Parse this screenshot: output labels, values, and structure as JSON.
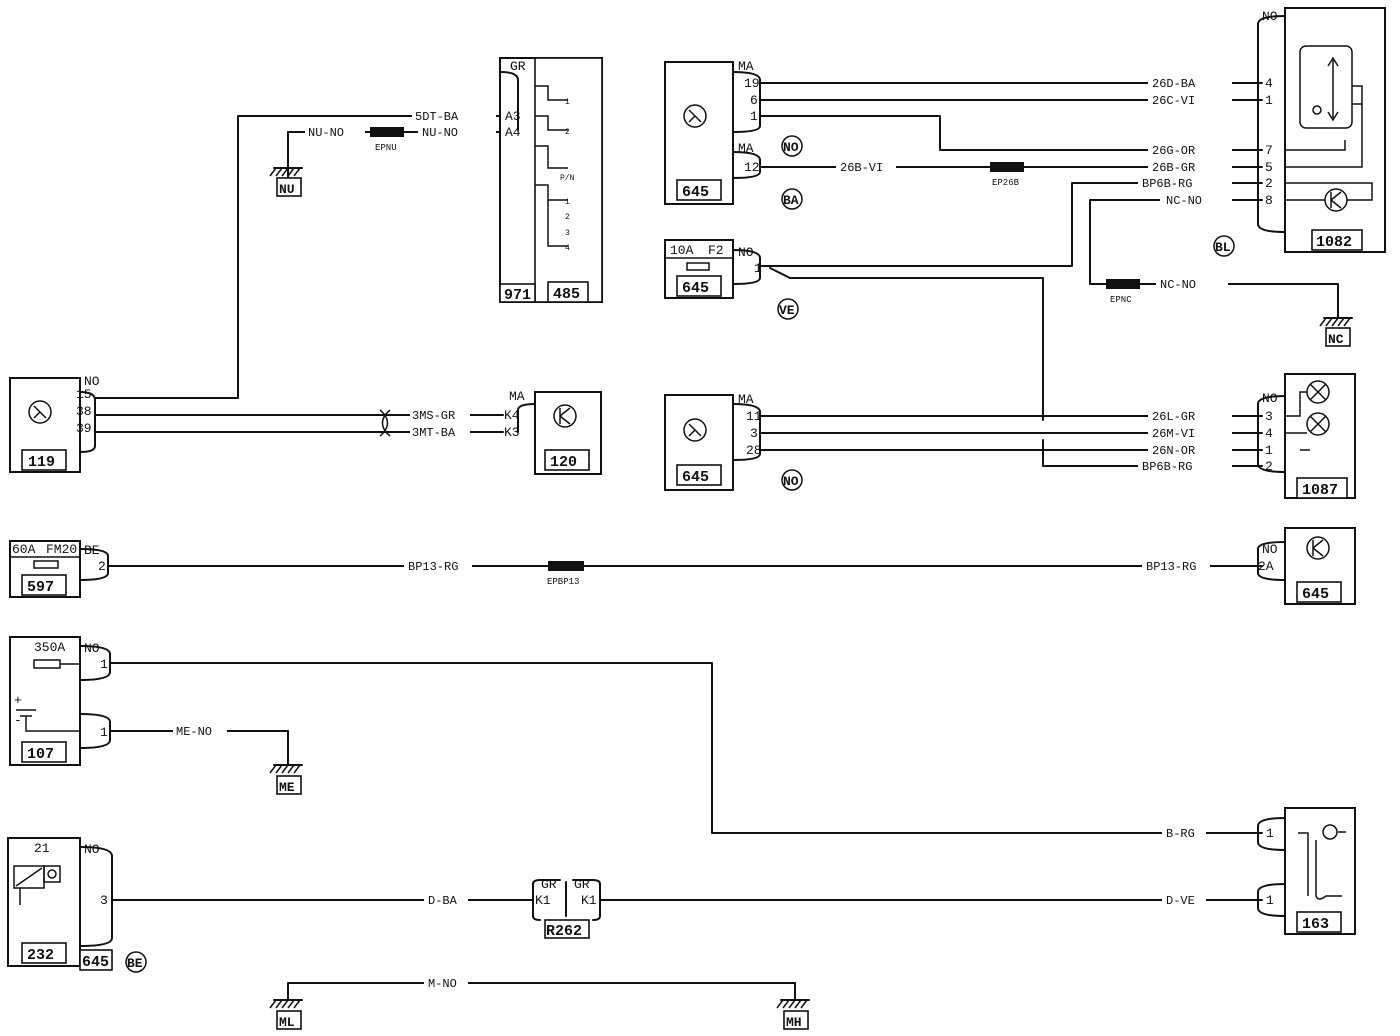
{
  "components": {
    "c119": "119",
    "c120": "120",
    "c971": "971",
    "c485": "485",
    "c645a": "645",
    "c645b": "645",
    "c645c": "645",
    "c645d": "645",
    "c645e": "645",
    "c1082": "1082",
    "c1087": "1087",
    "c597": "597",
    "c107": "107",
    "c232": "232",
    "c163": "163",
    "r262": "R262"
  },
  "fuses": {
    "f10a": "10A",
    "f2": "F2",
    "f60a": "60A",
    "fm20": "FM20",
    "f350a": "350A",
    "n21": "21"
  },
  "connectors": {
    "no": "NO",
    "ma": "MA",
    "gr": "GR",
    "be": "BE"
  },
  "pins": {
    "p15": "15",
    "p38": "38",
    "p39": "39",
    "a3": "A3",
    "a4": "A4",
    "k4": "K4",
    "k3": "K3",
    "p19": "19",
    "p6": "6",
    "p1": "1",
    "p12": "12",
    "p4": "4",
    "p1b": "1",
    "p7": "7",
    "p5": "5",
    "p2": "2",
    "p8": "8",
    "p11": "11",
    "p3": "3",
    "p28": "28",
    "p2a": "2A",
    "k1": "K1",
    "plus": "+",
    "minus": "-"
  },
  "wires": {
    "w5dt": "5DT-BA",
    "wnu1": "NU-NO",
    "wnu2": "NU-NO",
    "w3ms": "3MS-GR",
    "w3mt": "3MT-BA",
    "w26d": "26D-BA",
    "w26c": "26C-VI",
    "w26g": "26G-OR",
    "w26b1": "26B-VI",
    "w26b2": "26B-GR",
    "wbp6a": "BP6B-RG",
    "wnc1": "NC-NO",
    "wnc2": "NC-NO",
    "w26l": "26L-GR",
    "w26m": "26M-VI",
    "w26n": "26N-OR",
    "wbp6b": "BP6B-RG",
    "wbp13a": "BP13-RG",
    "wbp13b": "BP13-RG",
    "wme": "ME-NO",
    "wbrg": "B-RG",
    "wdba": "D-BA",
    "wdve": "D-VE",
    "wmno": "M-NO"
  },
  "splices": {
    "epnu": "EPNU",
    "ep26b": "EP26B",
    "epnc": "EPNC",
    "epbp13": "EPBP13"
  },
  "grounds": {
    "nu": "NU",
    "nc": "NC",
    "me": "ME",
    "ml": "ML",
    "mh": "MH"
  },
  "tags": {
    "no1": "NO",
    "ba": "BA",
    "bl": "BL",
    "ve": "VE",
    "no2": "NO",
    "be": "BE"
  },
  "relay_labels": {
    "r1": "1",
    "r2": "2",
    "rpn": "P/N",
    "r3": "1",
    "r4": "2",
    "r5": "3",
    "r6": "4"
  }
}
